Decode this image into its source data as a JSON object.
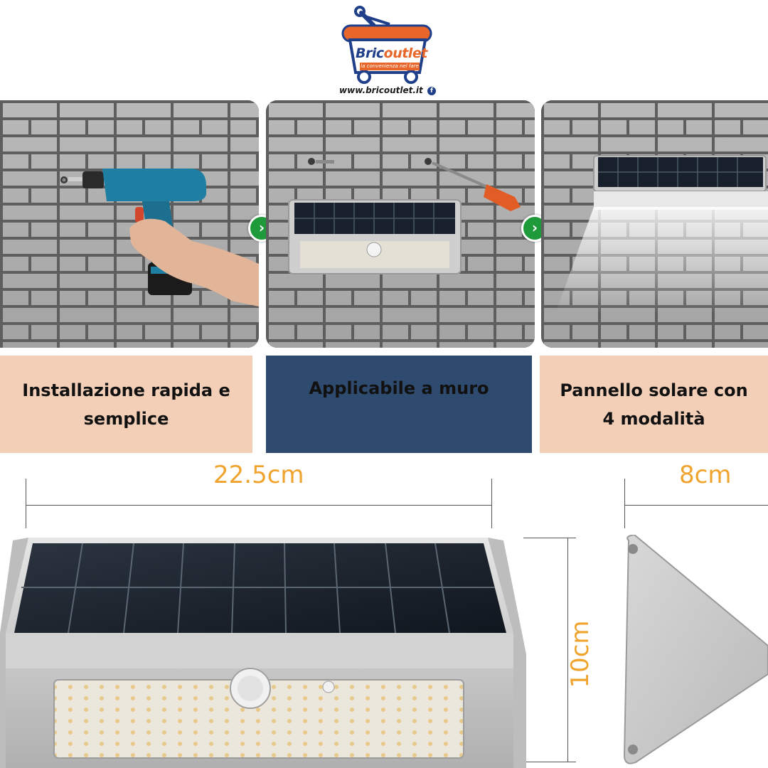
{
  "logo": {
    "brand_part1": "Bric",
    "brand_part2": "outlet",
    "tagline": "la convenienza nel fare",
    "url": "www.bricoutlet.it"
  },
  "steps": [
    {
      "caption_line1": "Installazione rapida e",
      "caption_line2": "semplice"
    },
    {
      "caption_line1": "Applicabile a muro",
      "caption_line2": ""
    },
    {
      "caption_line1": "Pannello solare con",
      "caption_line2": "4 modalità"
    }
  ],
  "dimensions": {
    "width": "22.5cm",
    "depth": "8cm",
    "height": "10cm"
  },
  "colors": {
    "arrow": "#1e9a3a",
    "caption_light": "#f2cfb6",
    "caption_dark": "#2f4a6f",
    "dimension_text": "#f0a42e",
    "brand_blue": "#1f3f8a",
    "brand_orange": "#e8662a"
  },
  "icons": {
    "arrow": "chevron-right-circle-icon",
    "facebook": "facebook-icon",
    "cart": "shopping-cart-icon"
  }
}
